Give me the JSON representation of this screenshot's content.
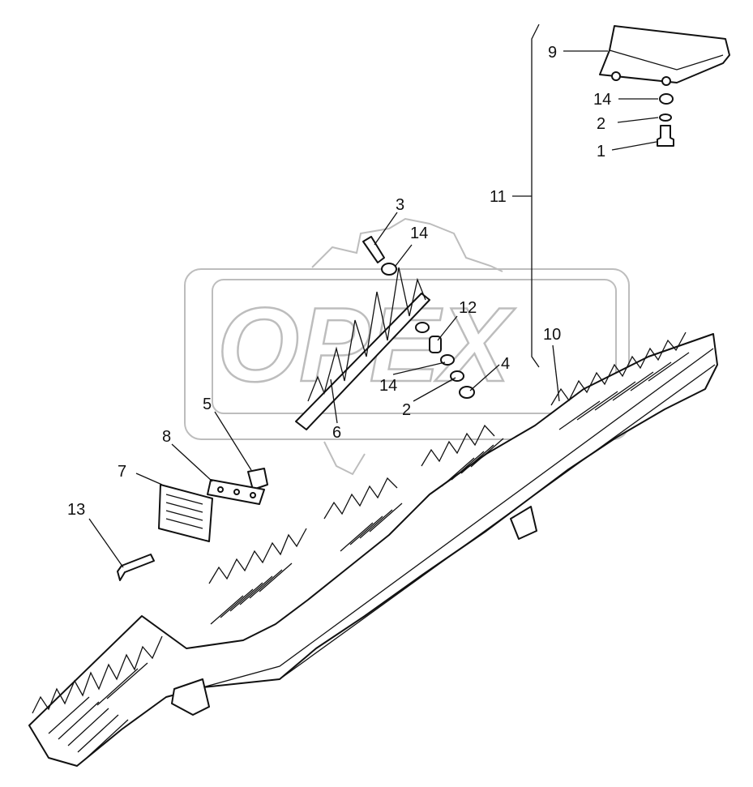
{
  "watermark": {
    "text": "OPEX"
  },
  "callouts": {
    "c1": "1",
    "c2a": "2",
    "c2b": "2",
    "c3": "3",
    "c4": "4",
    "c5": "5",
    "c6": "6",
    "c7": "7",
    "c8": "8",
    "c9": "9",
    "c10": "10",
    "c11": "11",
    "c12": "12",
    "c13": "13",
    "c14a": "14",
    "c14b": "14",
    "c14c": "14"
  }
}
